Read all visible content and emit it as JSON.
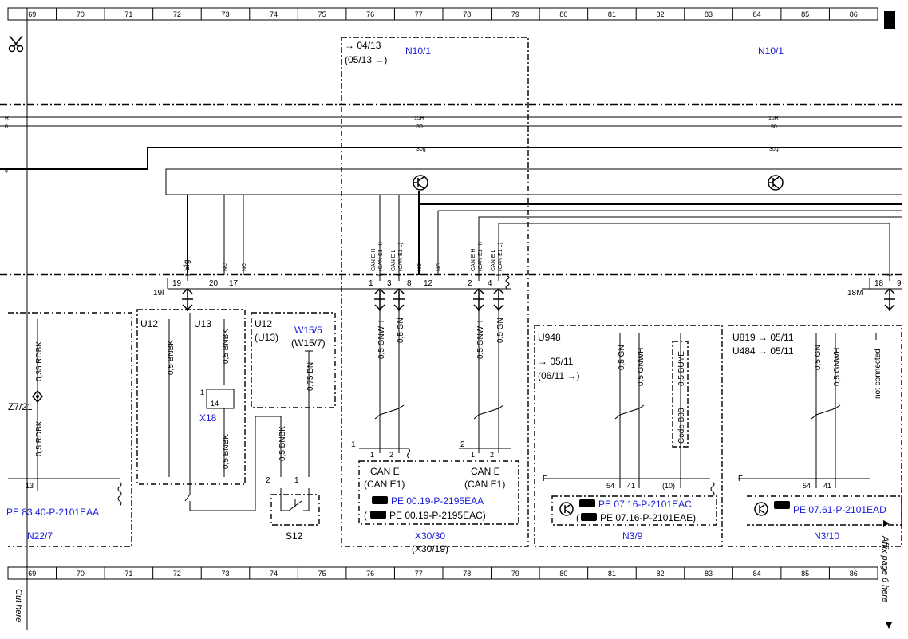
{
  "ruler": {
    "top_numbers": [
      "69",
      "70",
      "71",
      "72",
      "73",
      "74",
      "75",
      "76",
      "77",
      "78",
      "79",
      "80",
      "81",
      "82",
      "83",
      "84",
      "85",
      "86"
    ],
    "bottom_numbers": [
      "69",
      "70",
      "71",
      "72",
      "73",
      "74",
      "75",
      "76",
      "77",
      "78",
      "79",
      "80",
      "81",
      "82",
      "83",
      "84",
      "85",
      "86"
    ]
  },
  "margin": {
    "cut_here": "Cut here",
    "affix": "Affix page 6 here"
  },
  "headers": {
    "date_a": "04/13",
    "date_b": "(05/13",
    "n10_left": "N10/1",
    "n10_right": "N10/1"
  },
  "rails": {
    "r15": "15R",
    "r30": "30",
    "r30g": "30g",
    "r15_right": "15R",
    "r30_right": "30",
    "r30g_right": "30g",
    "left_g": "g",
    "left_r": "R",
    "left_0": "0"
  },
  "n10_pins": {
    "sig": "Sig",
    "nc": "NC",
    "can_e_h": "CAN E H",
    "can_e1_h": "(CAN E1 H)",
    "can_e_l": "CAN E L",
    "can_e1_l": "(CAN E1 L)",
    "p19l": "19l",
    "p19": "19",
    "p20": "20",
    "p17": "17",
    "p1": "1",
    "p3": "3",
    "p8": "8",
    "p12": "12",
    "p2": "2",
    "p4": "4",
    "p18m": "18M",
    "p18": "18",
    "p9": "9"
  },
  "wires": {
    "rdbk_035": "0,35 RDBK",
    "rdbk_05": "0,5 RDBK",
    "bnbk_05a": "0,5 BNBK",
    "bnbk_05b": "0,5 BNBK",
    "bnbk_05c": "0,5 BNBK",
    "bnbk_05d": "0,5 BNBK",
    "bn_075": "0,75 BN",
    "gnwh_1": "0,5 GNWH",
    "gn_1": "0,5 GN",
    "gnwh_2": "0,5 GNWH",
    "gn_2": "0,5 GN",
    "gn_3": "0,5 GN",
    "gnwh_3": "0,5 GNWH",
    "buye": "0,5 BUYE",
    "gn_4": "0,5 GN",
    "gnwh_4": "0,5 GNWH",
    "not_connected": "not connected",
    "code_b03": "Code B03"
  },
  "components": {
    "z7_21": "Z7/21",
    "u12_a": "U12",
    "u13_a": "U13",
    "u12_b": "U12",
    "u13_b": "(U13)",
    "w15_5": "W15/5",
    "w15_7": "(W15/7)",
    "x18": "X18",
    "x18_pin1": "1",
    "x18_pin14": "14",
    "s12": "S12",
    "s12_pin2": "2",
    "s12_pin1": "1",
    "n22_7": "N22/7",
    "n22_pin": "13",
    "pe_83": "PE 83.40-P-2101EAA",
    "x30_30": "X30/30",
    "x30_19": "(X30/19)",
    "can_e_left": "CAN E",
    "can_e1_left": "(CAN E1)",
    "can_e_right": "CAN E",
    "can_e1_right": "(CAN E1)",
    "x30_g1": "1",
    "x30_g2": "2",
    "x30_1a": "1",
    "x30_2a": "2",
    "x30_1b": "1",
    "x30_2b": "2",
    "pe_0019_eaa": "PE 00.19-P-2195EAA",
    "pe_0019_eac": "PE 00.19-P-2195EAC)",
    "pe_open": "(",
    "u948": "U948",
    "d_0511": "05/11",
    "d_0611": "(06/11",
    "n3_9": "N3/9",
    "n39_f": "F",
    "n39_54": "54",
    "n39_41": "41",
    "n39_10": "(10)",
    "pe_0716_eac": "PE 07.16-P-2101EAC",
    "pe_0716_eae": "PE 07.16-P-2101EAE)",
    "u819": "U819",
    "u484": "U484",
    "d_0511_b": "05/11",
    "d_0511_c": "05/11",
    "n3_10": "N3/10",
    "n310_f": "F",
    "n310_54": "54",
    "n310_41": "41",
    "pe_0761_ead": "PE 07.61-P-2101EAD"
  }
}
